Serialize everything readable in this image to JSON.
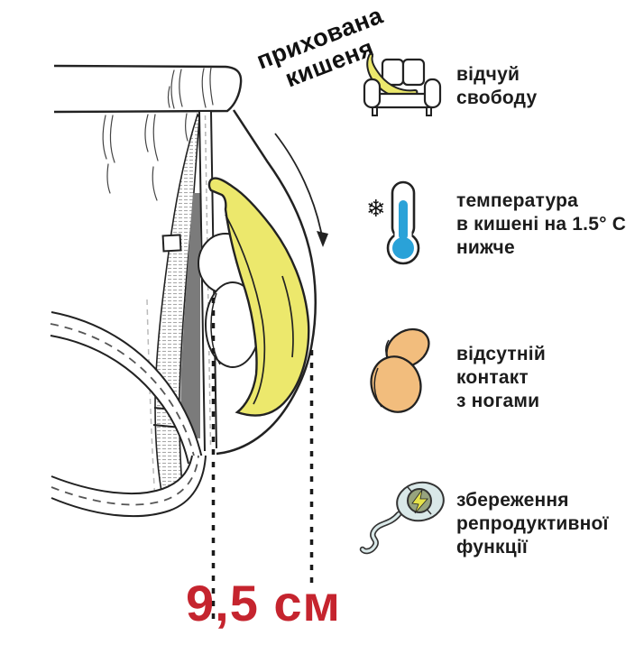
{
  "title": {
    "text": "прихована\nкишеня"
  },
  "measurement": {
    "label": "9,5 см"
  },
  "features": [
    {
      "icon": "banana-on-sofa-icon",
      "text": "відчуй\nсвободу"
    },
    {
      "icon": "cold-thermometer-icon",
      "text": "температура\nв кишені на 1.5° C\nнижче"
    },
    {
      "icon": "testicle-eggs-icon",
      "text": "відсутній\nконтакт\nз ногами"
    },
    {
      "icon": "sperm-energy-icon",
      "text": "збереження\nрепродуктивної\nфункції"
    }
  ],
  "colors": {
    "accent_red": "#c5242e",
    "banana_yellow": "#ece86c",
    "thermometer_blue": "#2aa2d8",
    "egg_orange": "#f2bd7d",
    "sperm_body": "#d9e8e8",
    "bolt_yellow": "#e6e24a",
    "badge_olive": "#97a37e",
    "panel_gray": "#7b7b7b",
    "outline": "#222222",
    "background": "#ffffff"
  }
}
